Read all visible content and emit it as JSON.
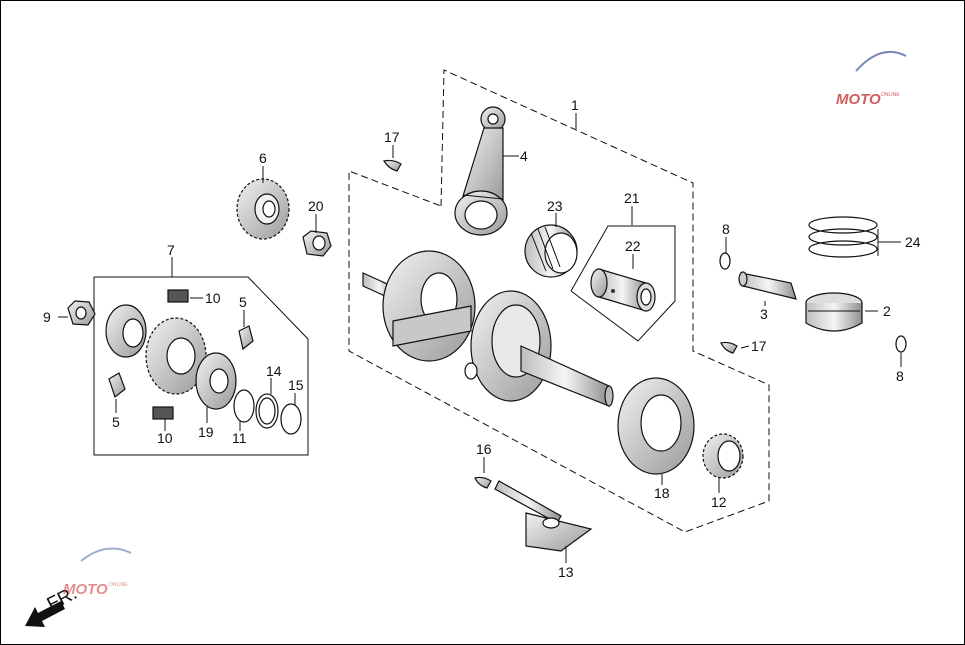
{
  "direction_label": "FR.",
  "watermark": {
    "brand": "MOTO",
    "tagline": "ONLINE"
  },
  "callouts": {
    "c1": "1",
    "c2": "2",
    "c3": "3",
    "c4": "4",
    "c5a": "5",
    "c5b": "5",
    "c6": "6",
    "c7": "7",
    "c8a": "8",
    "c8b": "8",
    "c9": "9",
    "c10a": "10",
    "c10b": "10",
    "c11": "11",
    "c12": "12",
    "c13": "13",
    "c14": "14",
    "c15": "15",
    "c16": "16",
    "c17a": "17",
    "c17b": "17",
    "c18": "18",
    "c19": "19",
    "c20": "20",
    "c21": "21",
    "c22": "22",
    "c23": "23",
    "c24": "24"
  },
  "colors": {
    "line": "#111111",
    "part_fill": "#d9d9d9",
    "part_dark": "#8c8c8c",
    "watermark_red": "#cc3333",
    "watermark_blue": "#5566aa"
  }
}
